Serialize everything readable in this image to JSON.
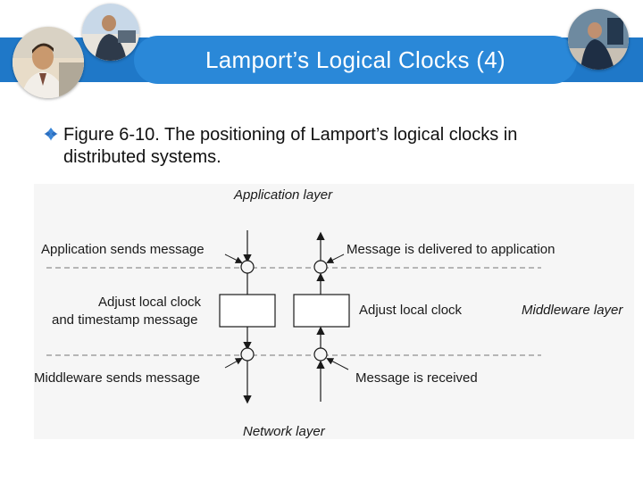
{
  "slide": {
    "title": "Lamport’s Logical Clocks (4)",
    "bullet_text": "Figure 6-10. The positioning of Lamport’s logical clocks in distributed systems.",
    "bullet_icon": "diamond-bullet-icon",
    "header_color": "#1f78c8",
    "title_pill_color": "#2a88d8"
  },
  "diagram": {
    "layers": {
      "application": "Application layer",
      "middleware": "Middleware layer",
      "network": "Network layer"
    },
    "labels": {
      "app_sends": "Application sends message",
      "adjust_timestamp_1": "Adjust local clock",
      "adjust_timestamp_2": "and timestamp message",
      "middleware_sends": "Middleware sends message",
      "delivered": "Message is delivered to application",
      "adjust_clock": "Adjust local clock",
      "received": "Message is received"
    }
  }
}
